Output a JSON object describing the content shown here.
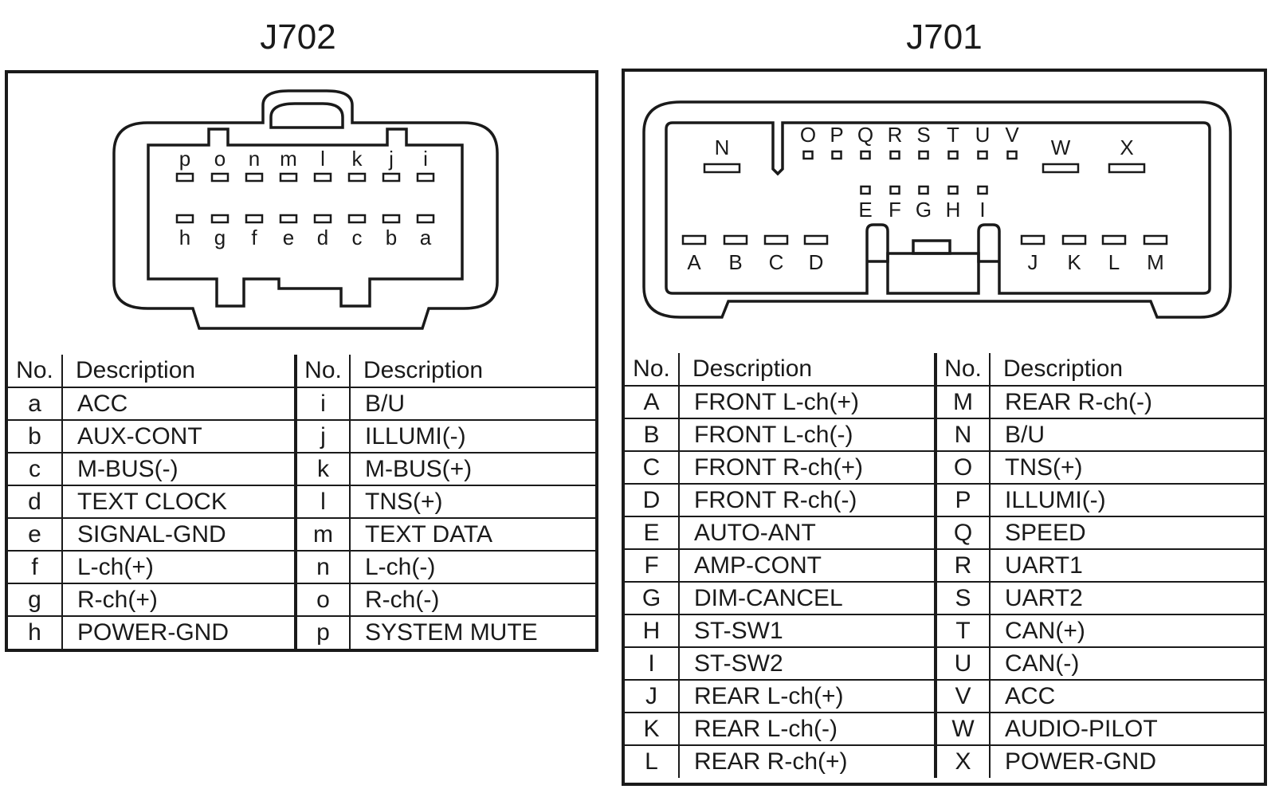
{
  "j702": {
    "title": "J702",
    "top_pins": [
      "p",
      "o",
      "n",
      "m",
      "l",
      "k",
      "j",
      "i"
    ],
    "bottom_pins": [
      "h",
      "g",
      "f",
      "e",
      "d",
      "c",
      "b",
      "a"
    ],
    "headers": {
      "no": "No.",
      "desc": "Description"
    },
    "rows": [
      [
        {
          "no": "a",
          "desc": "ACC"
        },
        {
          "no": "i",
          "desc": "B/U"
        }
      ],
      [
        {
          "no": "b",
          "desc": "AUX-CONT"
        },
        {
          "no": "j",
          "desc": "ILLUMI(-)"
        }
      ],
      [
        {
          "no": "c",
          "desc": "M-BUS(-)"
        },
        {
          "no": "k",
          "desc": "M-BUS(+)"
        }
      ],
      [
        {
          "no": "d",
          "desc": "TEXT CLOCK"
        },
        {
          "no": "l",
          "desc": "TNS(+)"
        }
      ],
      [
        {
          "no": "e",
          "desc": "SIGNAL-GND"
        },
        {
          "no": "m",
          "desc": "TEXT DATA"
        }
      ],
      [
        {
          "no": "f",
          "desc": "L-ch(+)"
        },
        {
          "no": "n",
          "desc": "L-ch(-)"
        }
      ],
      [
        {
          "no": "g",
          "desc": "R-ch(+)"
        },
        {
          "no": "o",
          "desc": "R-ch(-)"
        }
      ],
      [
        {
          "no": "h",
          "desc": "POWER-GND"
        },
        {
          "no": "p",
          "desc": "SYSTEM MUTE"
        }
      ]
    ]
  },
  "j701": {
    "title": "J701",
    "pin_labels": [
      "N",
      "O",
      "P",
      "Q",
      "R",
      "S",
      "T",
      "U",
      "V",
      "W",
      "X",
      "E",
      "F",
      "G",
      "H",
      "I",
      "A",
      "B",
      "C",
      "D",
      "J",
      "K",
      "L",
      "M"
    ],
    "headers": {
      "no": "No.",
      "desc": "Description"
    },
    "rows": [
      [
        {
          "no": "A",
          "desc": "FRONT L-ch(+)"
        },
        {
          "no": "M",
          "desc": "REAR R-ch(-)"
        }
      ],
      [
        {
          "no": "B",
          "desc": "FRONT L-ch(-)"
        },
        {
          "no": "N",
          "desc": "B/U"
        }
      ],
      [
        {
          "no": "C",
          "desc": "FRONT R-ch(+)"
        },
        {
          "no": "O",
          "desc": "TNS(+)"
        }
      ],
      [
        {
          "no": "D",
          "desc": "FRONT R-ch(-)"
        },
        {
          "no": "P",
          "desc": "ILLUMI(-)"
        }
      ],
      [
        {
          "no": "E",
          "desc": "AUTO-ANT"
        },
        {
          "no": "Q",
          "desc": "SPEED"
        }
      ],
      [
        {
          "no": "F",
          "desc": "AMP-CONT"
        },
        {
          "no": "R",
          "desc": "UART1"
        }
      ],
      [
        {
          "no": "G",
          "desc": "DIM-CANCEL"
        },
        {
          "no": "S",
          "desc": "UART2"
        }
      ],
      [
        {
          "no": "H",
          "desc": "ST-SW1"
        },
        {
          "no": "T",
          "desc": "CAN(+)"
        }
      ],
      [
        {
          "no": "I",
          "desc": "ST-SW2"
        },
        {
          "no": "U",
          "desc": "CAN(-)"
        }
      ],
      [
        {
          "no": "J",
          "desc": "REAR L-ch(+)"
        },
        {
          "no": "V",
          "desc": "ACC"
        }
      ],
      [
        {
          "no": "K",
          "desc": "REAR L-ch(-)"
        },
        {
          "no": "W",
          "desc": "AUDIO-PILOT"
        }
      ],
      [
        {
          "no": "L",
          "desc": "REAR R-ch(+)"
        },
        {
          "no": "X",
          "desc": "POWER-GND"
        }
      ]
    ]
  }
}
